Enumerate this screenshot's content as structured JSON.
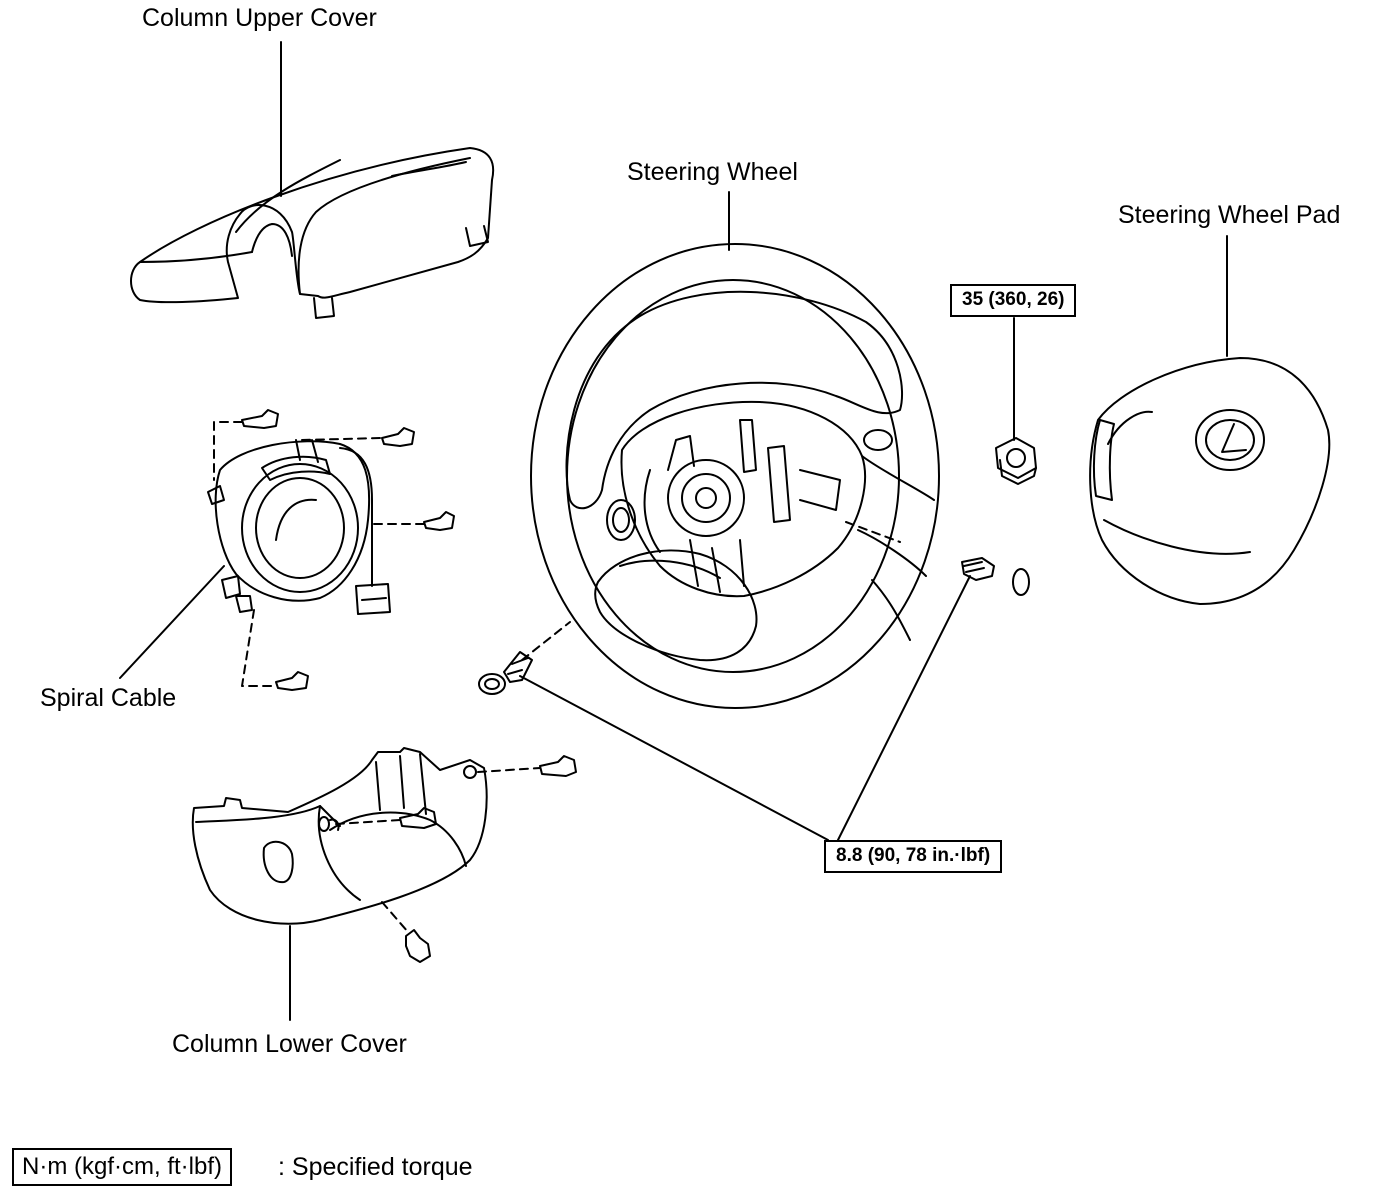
{
  "labels": {
    "column_upper_cover": "Column Upper Cover",
    "steering_wheel": "Steering Wheel",
    "steering_wheel_pad": "Steering Wheel Pad",
    "spiral_cable": "Spiral Cable",
    "column_lower_cover": "Column Lower Cover"
  },
  "torque": {
    "nut_spec": "35 (360, 26)",
    "screw_spec": "8.8 (90, 78 in.·lbf)"
  },
  "legend": {
    "unit_box": "N·m (kgf·cm, ft·lbf)",
    "description": ": Specified torque"
  },
  "icons": {
    "pad_emblem": "lexus-emblem-icon"
  }
}
